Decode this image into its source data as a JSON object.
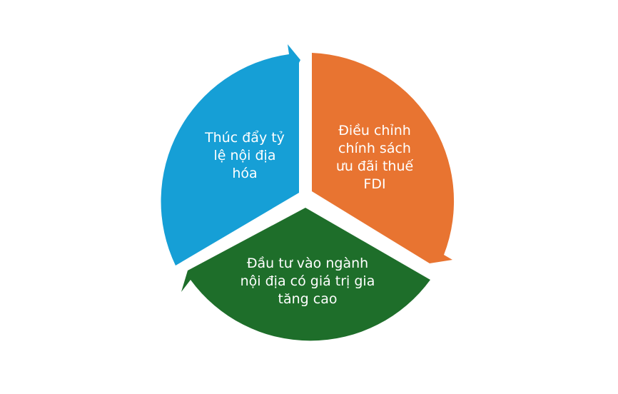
{
  "diagram": {
    "type": "cycle",
    "segments": [
      {
        "id": "blue",
        "label": "Thúc đẩy tỷ\nlệ nội địa\nhóa",
        "color": "#169fd6"
      },
      {
        "id": "orange",
        "label": "Điều chỉnh\nchính sách\nưu đãi thuế\nFDI",
        "color": "#e87431"
      },
      {
        "id": "green",
        "label": "Đầu tư vào ngành\nnội địa có giá trị gia\ntăng cao",
        "color": "#1e6e2a"
      }
    ]
  }
}
